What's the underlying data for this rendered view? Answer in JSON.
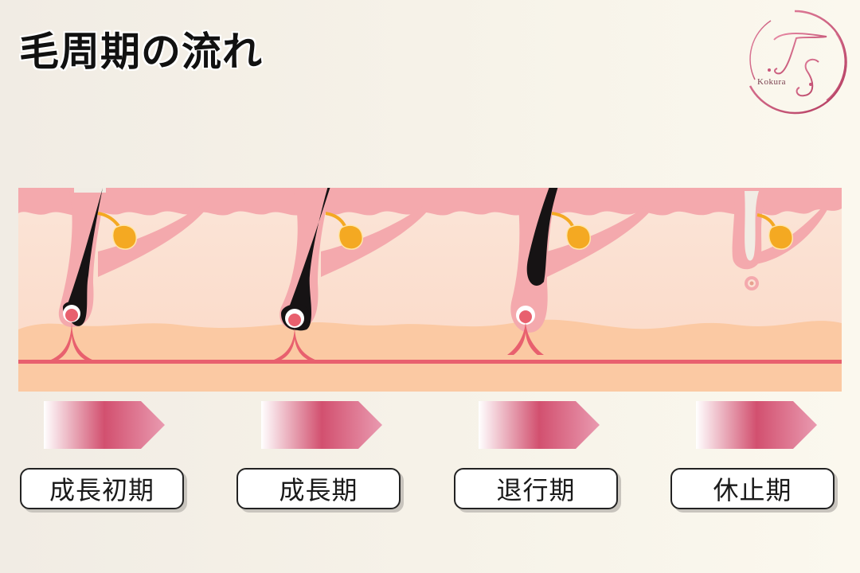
{
  "title": "毛周期の流れ",
  "logo": {
    "monogram": "TS",
    "subtitle": "Kokura",
    "color": "#c9557a"
  },
  "colors": {
    "epidermis": "#f4a9ad",
    "dermis": "#fbe0d3",
    "subcutis": "#fbc9a3",
    "blood_vessel": "#e8606e",
    "hair": "#161314",
    "sebaceous_gland": "#f4a922",
    "arrow": "#d2506f"
  },
  "stages": [
    {
      "id": "anagen-early",
      "label": "成長初期"
    },
    {
      "id": "anagen",
      "label": "成長期"
    },
    {
      "id": "catagen",
      "label": "退行期"
    },
    {
      "id": "telogen",
      "label": "休止期"
    }
  ]
}
